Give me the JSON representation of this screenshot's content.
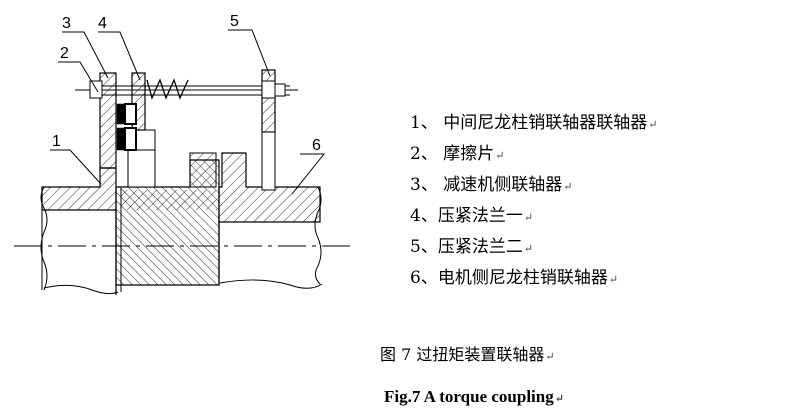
{
  "diagram": {
    "part_labels": [
      "3",
      "4",
      "2",
      "5",
      "1",
      "6"
    ]
  },
  "legend": {
    "items": [
      "1、 中间尼龙柱销联轴器联轴器",
      "2、 摩擦片",
      "3、 减速机侧联轴器",
      "4、压紧法兰一",
      "5、压紧法兰二",
      "6、电机侧尼龙柱销联轴器"
    ],
    "paragraph_mark": "↵"
  },
  "caption": {
    "chinese": "图 7 过扭矩装置联轴器",
    "english": "Fig.7 A torque coupling"
  }
}
